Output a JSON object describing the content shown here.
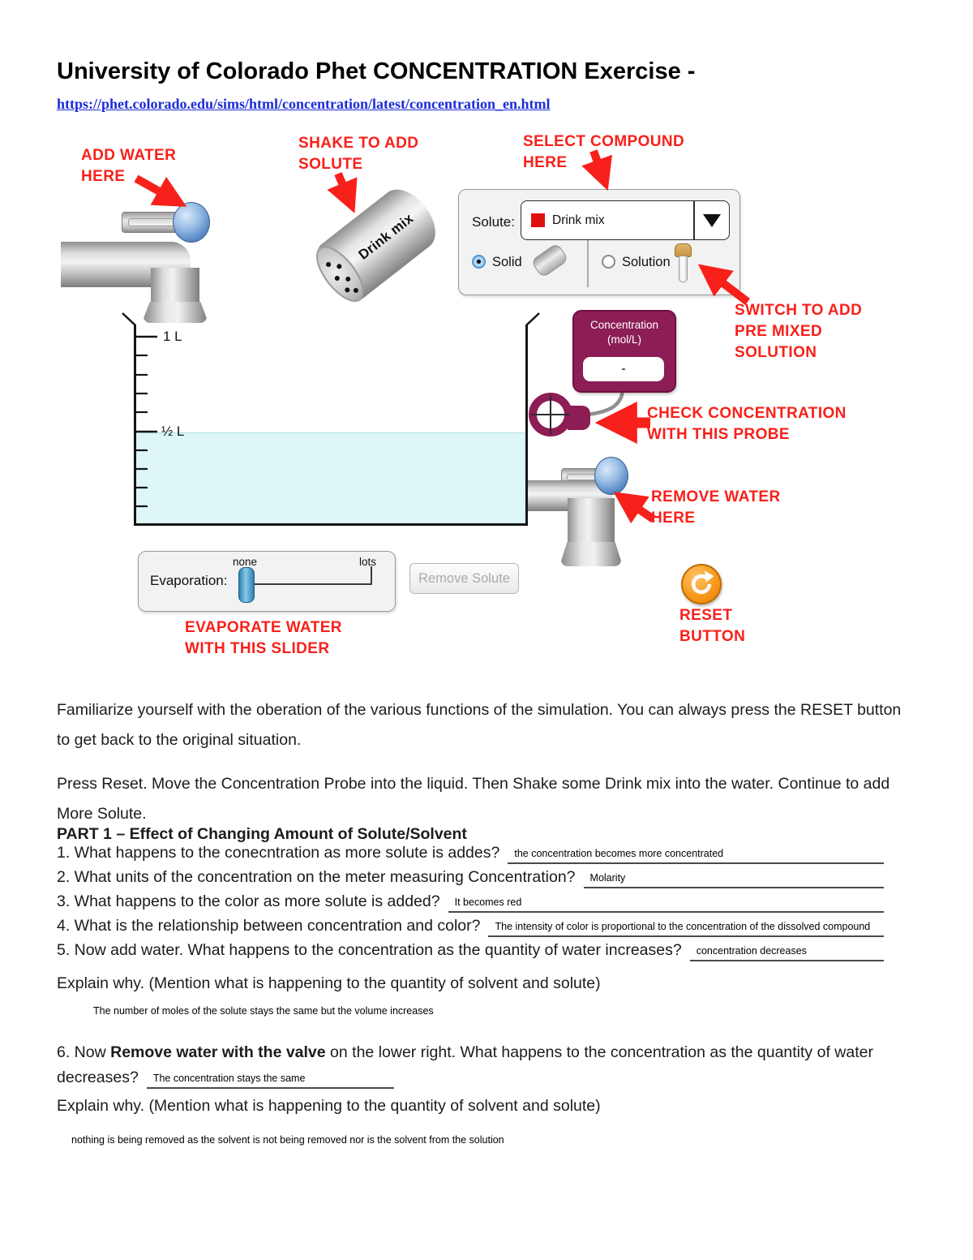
{
  "doc": {
    "title": "University of Colorado Phet CONCENTRATION Exercise -",
    "url": "https://phet.colorado.edu/sims/html/concentration/latest/concentration_en.html"
  },
  "annotations": {
    "add_water": "ADD WATER HERE",
    "shake": "SHAKE TO ADD SOLUTE",
    "select_compound": "SELECT COMPOUND HERE",
    "switch_premixed": "SWITCH TO ADD PRE MIXED SOLUTION",
    "check_probe": "CHECK CONCENTRATION WITH THIS PROBE",
    "remove_water": "REMOVE WATER HERE",
    "evaporate": "EVAPORATE WATER WITH THIS SLIDER",
    "reset": "RESET BUTTON"
  },
  "sim": {
    "shaker_label": "Drink mix",
    "solute_panel": {
      "label": "Solute:",
      "selected_solute": "Drink mix",
      "solid_label": "Solid",
      "solution_label": "Solution"
    },
    "meter": {
      "title": "Concentration",
      "units": "(mol/L)",
      "value": "-"
    },
    "beaker": {
      "tick_full": "1 L",
      "tick_half": "½ L"
    },
    "evaporation": {
      "label": "Evaporation:",
      "min_label": "none",
      "max_label": "lots"
    },
    "remove_solute_button": "Remove Solute"
  },
  "body": {
    "p1": "Familiarize yourself with the oberation of the various functions of the  simulation. You can always press the RESET button to get back to the original situation.",
    "p2": "Press Reset. Move the Concentration Probe into the liquid.  Then Shake some Drink mix into the water.  Continue to add More Solute.",
    "part1_heading": "PART 1 – Effect of Changing Amount of Solute/Solvent",
    "questions": [
      {
        "q": "1. What happens to the conecntration as more solute is addes?",
        "a": "the concentration becomes more concentrated"
      },
      {
        "q": "2. What units of the concentration on the meter measuring Concentration?",
        "a": "Molarity"
      },
      {
        "q": "3. What happens to the color as more solute is added?",
        "a": "It becomes red"
      },
      {
        "q": "4. What is the relationship between concentration and color?",
        "a": "The intensity of color is proportional to the concentration of the dissolved compound"
      },
      {
        "q": "5. Now add water. What happens to the concentration as the quantity of water increases?",
        "a": "concentration decreases"
      }
    ],
    "explain_why": "Explain why. (Mention what is happening to the quantity of solvent and solute)",
    "a5_explain": "The number of moles of the solute stays the same but the volume increases",
    "q6_pre": "6. Now ",
    "q6_bold": "Remove water with the valve",
    "q6_post": " on the lower right. What happens to the concentration as the quantity of water",
    "q6_line2": "decreases?",
    "a6": "The concentration stays the same",
    "a6_explain": "nothing is being removed as the solvent is not being removed nor is the solvent from the solution"
  },
  "colors": {
    "annotation_red": "#f8201a",
    "meter_magenta": "#8c1d55",
    "water_cyan": "#ddf6f6",
    "solute_red": "#e01010",
    "reset_orange": "#f79a1d",
    "link_blue": "#1c2bd9"
  }
}
